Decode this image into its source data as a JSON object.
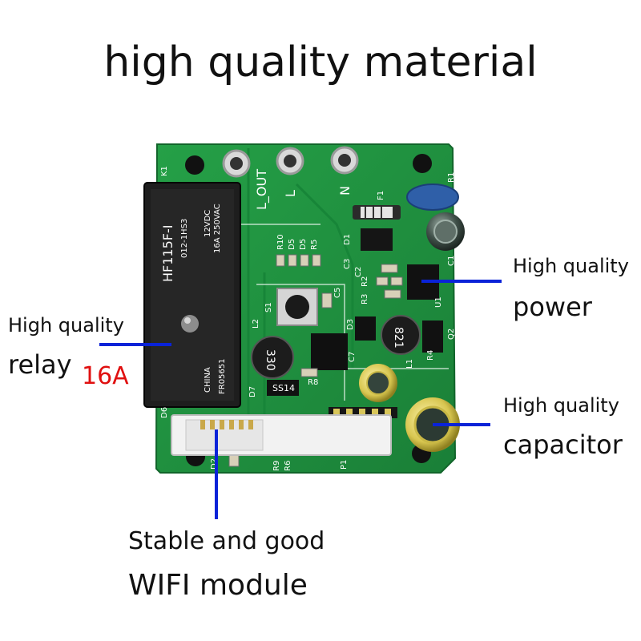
{
  "title": "high quality material",
  "callouts": {
    "power_line1": "High quality",
    "power_line2": "power",
    "relay_line1": "High quality",
    "relay_line2": "relay",
    "relay_rating": "16A",
    "capacitor_line1": "High quality",
    "capacitor_line2": "capacitor",
    "wifi_line1": "Stable and good",
    "wifi_line2": "WIFI module"
  },
  "board": {
    "terminals": [
      "L_OUT",
      "L",
      "N"
    ],
    "relay_text": [
      "HF115F-I",
      "012-1HS3",
      "12VDC",
      "16A 250VAC",
      "CHINA",
      "FR05651"
    ],
    "inductors": [
      "330",
      "821"
    ],
    "chip_ss14": "SS14",
    "silk_labels": [
      "K1",
      "F1",
      "R1",
      "R10",
      "D5",
      "D5",
      "R5",
      "D1",
      "C3",
      "C2",
      "R2",
      "C1",
      "R3",
      "C5",
      "S1",
      "L2",
      "D3",
      "C7",
      "L1",
      "R4",
      "Q2",
      "U1",
      "D7",
      "R8",
      "D6",
      "R9",
      "R6",
      "P1",
      "D2"
    ]
  },
  "colors": {
    "pcb": "#1e8a3e",
    "pcb_edge": "#16702f",
    "pointer": "#0a23d8",
    "red": "#e01010"
  }
}
